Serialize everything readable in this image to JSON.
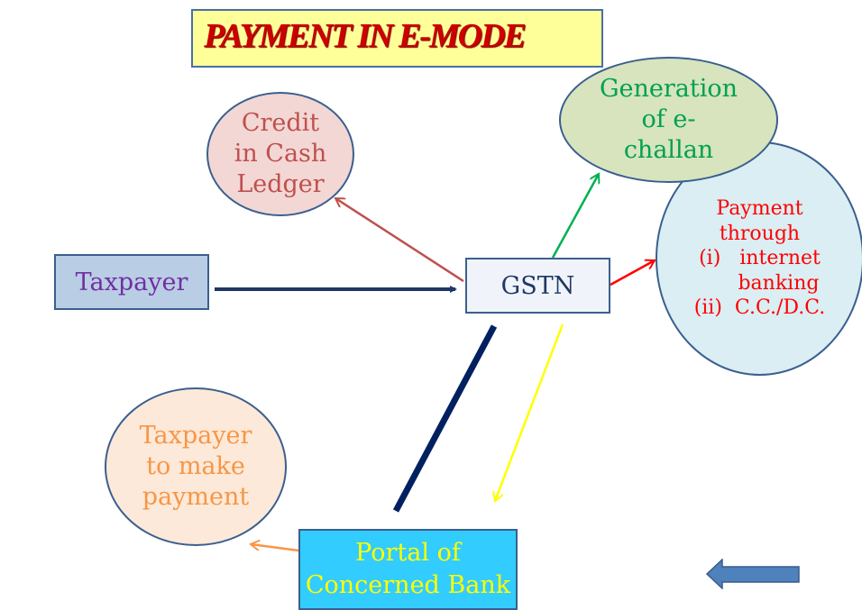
{
  "title": "PAYMENT IN E-MODE",
  "nodes": {
    "credit_ledger": [
      "Credit",
      "in Cash",
      "Ledger"
    ],
    "e_challan": [
      "Generation",
      "of  e-",
      "challan"
    ],
    "payment_through": [
      "Payment",
      "through",
      "(i)   internet",
      "      banking",
      "(ii)  C.C./D.C."
    ],
    "taxpayer": "Taxpayer",
    "gstn": "GSTN",
    "taxpayer_make_payment": [
      "Taxpayer",
      "to make",
      "payment"
    ],
    "portal": [
      "Portal of",
      "Concerned Bank"
    ]
  },
  "colors": {
    "title_text": "#cc0000",
    "title_bg": "#ffff99",
    "arrow_taxpayer_gstn": "#1f3864",
    "arrow_gstn_credit": "#c0504d",
    "arrow_gstn_challan": "#00b050",
    "arrow_gstn_payment": "#ff0000",
    "arrow_gstn_portal": "#ffff00",
    "line_portal_gstn": "#002060",
    "arrow_portal_taxpayer": "#f79646",
    "nav_arrow": "#4f81bd"
  },
  "connections": [
    {
      "from": "Taxpayer",
      "to": "GSTN"
    },
    {
      "from": "GSTN",
      "to": "Credit in Cash Ledger"
    },
    {
      "from": "GSTN",
      "to": "Generation of e-challan"
    },
    {
      "from": "GSTN",
      "to": "Payment through"
    },
    {
      "from": "GSTN",
      "to": "Portal of Concerned Bank"
    },
    {
      "from": "Portal of Concerned Bank",
      "to": "GSTN"
    },
    {
      "from": "Portal of Concerned Bank",
      "to": "Taxpayer to make payment"
    }
  ],
  "nav": {
    "back_icon": "left-block-arrow"
  }
}
